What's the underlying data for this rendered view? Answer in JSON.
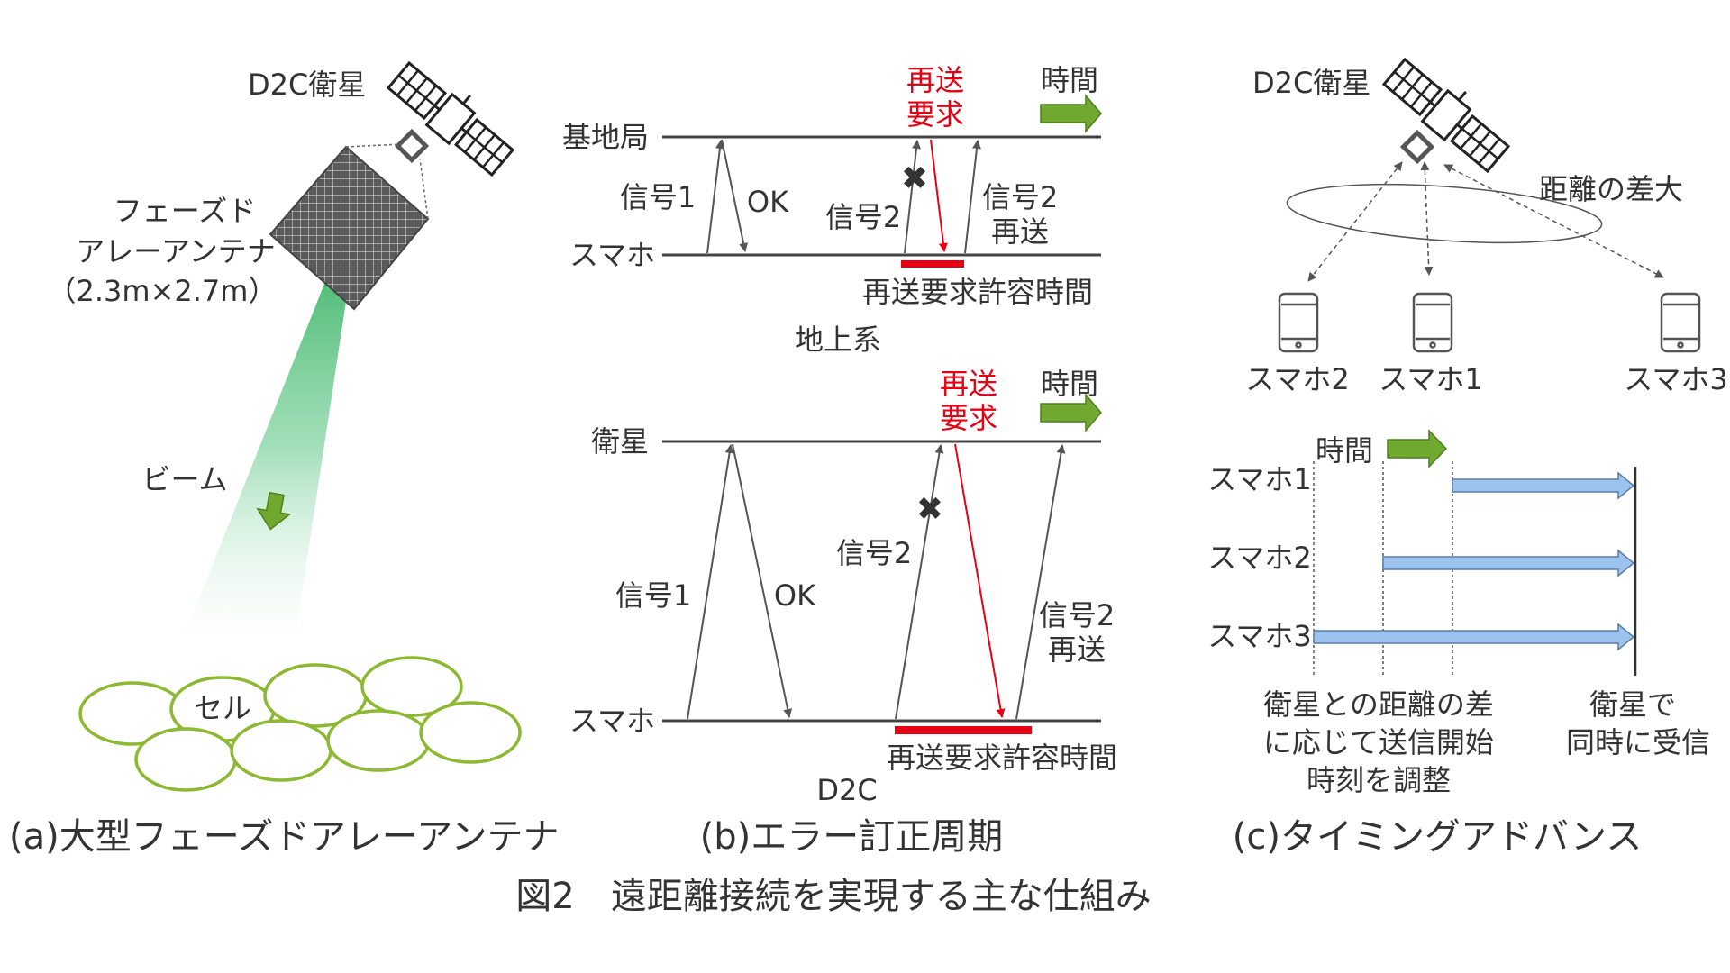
{
  "panel_a": {
    "satellite_label": "D2C衛星",
    "antenna_label_line1": "フェーズド",
    "antenna_label_line2": "アレーアンテナ",
    "antenna_size": "（2.3m×2.7m）",
    "beam_label": "ビーム",
    "cell_label": "セル",
    "caption": "(a)大型フェーズドアレーアンテナ"
  },
  "panel_b": {
    "ground": {
      "top_label": "基地局",
      "bottom_label": "スマホ",
      "time_label": "時間",
      "retx_request_line1": "再送",
      "retx_request_line2": "要求",
      "signal1": "信号1",
      "ok": "OK",
      "signal2": "信号2",
      "signal2_retx_line1": "信号2",
      "signal2_retx_line2": "再送",
      "window_label": "再送要求許容時間",
      "section_label": "地上系"
    },
    "d2c": {
      "top_label": "衛星",
      "bottom_label": "スマホ",
      "time_label": "時間",
      "retx_request_line1": "再送",
      "retx_request_line2": "要求",
      "signal1": "信号1",
      "ok": "OK",
      "signal2": "信号2",
      "signal2_retx_line1": "信号2",
      "signal2_retx_line2": "再送",
      "window_label": "再送要求許容時間",
      "section_label": "D2C"
    },
    "caption": "(b)エラー訂正周期"
  },
  "panel_c": {
    "satellite_label": "D2C衛星",
    "distance_label": "距離の差大",
    "phone_labels": [
      "スマホ2",
      "スマホ1",
      "スマホ3"
    ],
    "time_label": "時間",
    "timeline_labels": [
      "スマホ1",
      "スマホ2",
      "スマホ3"
    ],
    "note_left_line1": "衛星との距離の差",
    "note_left_line2": "に応じて送信開始",
    "note_left_line3": "時刻を調整",
    "note_right_line1": "衛星で",
    "note_right_line2": "同時に受信",
    "caption": "(c)タイミングアドバンス"
  },
  "figure_caption": "図2　遠距離接続を実現する主な仕組み",
  "colors": {
    "text": "#333333",
    "red": "#e60012",
    "green_arrow": "#70a830",
    "cell_outline": "#8cb832",
    "beam": "#3cb371",
    "timeline_bar": "#9cc3ee"
  }
}
